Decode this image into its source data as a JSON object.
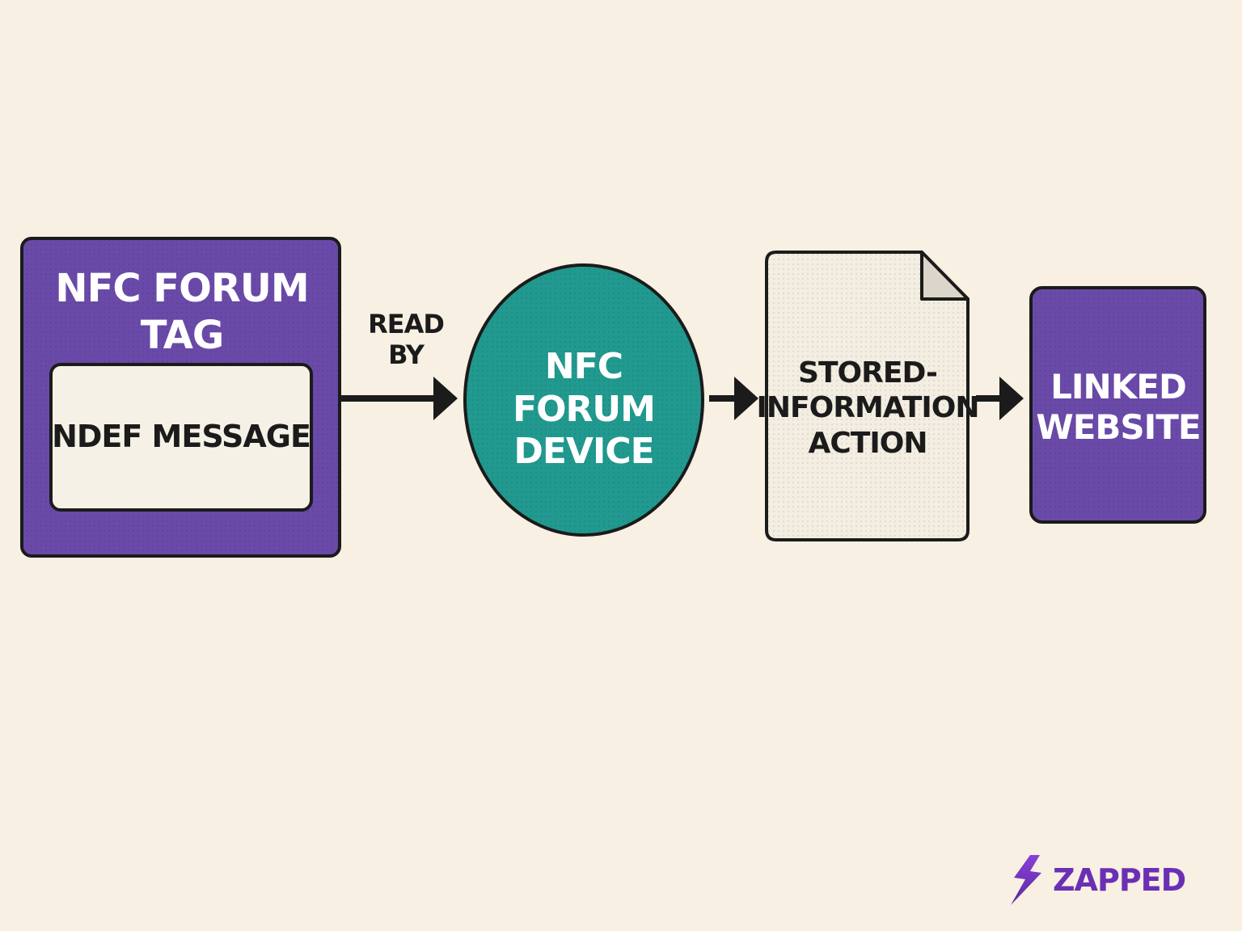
{
  "colors": {
    "background": "#f7f0e3",
    "purple": "#6a4aa8",
    "teal": "#21998f",
    "paper": "#f3eee1",
    "outline": "#1b1b1b",
    "brand": "#6b2fb3"
  },
  "nodes": {
    "tag": {
      "title": "NFC FORUM TAG",
      "inner_label": "NDEF MESSAGE"
    },
    "device": {
      "line1": "NFC FORUM",
      "line2": "DEVICE"
    },
    "stored": {
      "line1": "STORED-",
      "line2": "INFORMATION",
      "line3": "ACTION"
    },
    "website": {
      "line1": "LINKED",
      "line2": "WEBSITE"
    }
  },
  "edges": {
    "read_by_label": "READ BY"
  },
  "brand": {
    "name": "ZAPPED",
    "icon": "lightning-bolt-icon"
  }
}
